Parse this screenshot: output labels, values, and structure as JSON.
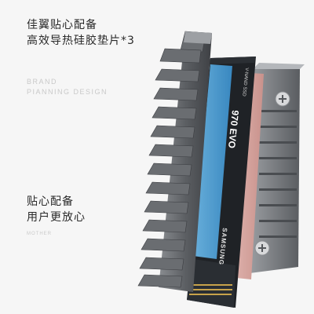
{
  "headline_1": {
    "line1": "佳翼贴心配备",
    "line2": "高效导热硅胶垫片*3"
  },
  "watermark_1": {
    "line1": "BRAND",
    "line2": "PIANNING DESIGN"
  },
  "headline_2": {
    "line1": "贴心配备",
    "line2": "用户更放心"
  },
  "watermark_2": {
    "line1": "MOTHER"
  },
  "product": {
    "ssd_model": "970 EVO",
    "ssd_subtitle": "V-NAND SSD",
    "ssd_brand": "SAMSUNG",
    "colors": {
      "heatsink": "#5c5f63",
      "thermal_pad_blue": "#4a9fd8",
      "thermal_pad_pink": "#d8a9a4",
      "ssd_pcb": "#1f2226",
      "gold_contacts": "#c8a24a"
    }
  }
}
